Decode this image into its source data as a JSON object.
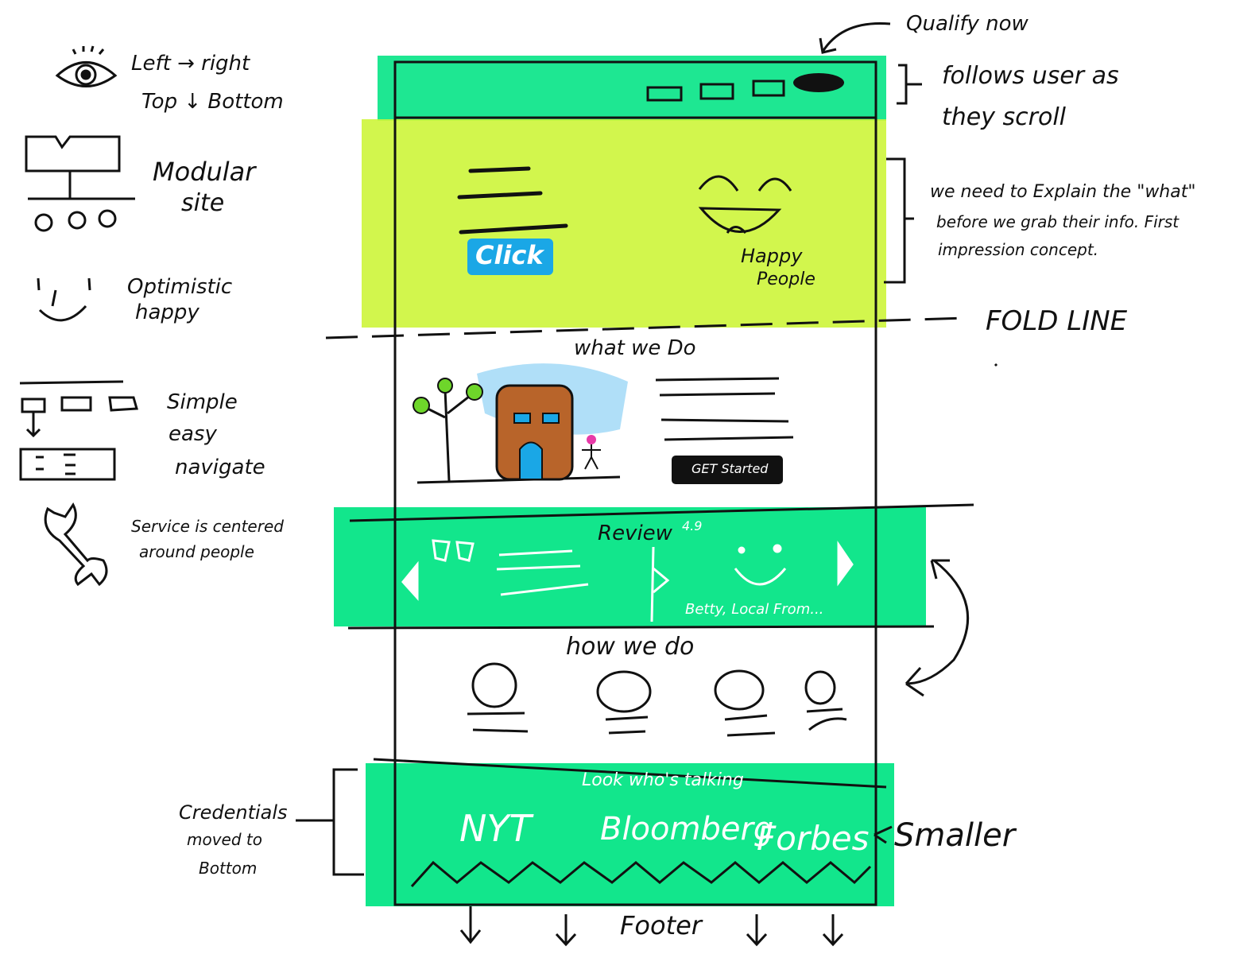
{
  "colors": {
    "green": "#12e68c",
    "lime": "#cdf53a",
    "blue": "#1aa7e6",
    "brown": "#b8642a",
    "black": "#111111"
  },
  "legend": [
    {
      "icon": "eye-icon",
      "text_line1": "Left → right",
      "text_line2": "Top ↓ Bottom"
    },
    {
      "icon": "modular-site-icon",
      "text_line1": "Modular",
      "text_line2": "site"
    },
    {
      "icon": "smiley-icon",
      "text_line1": "Optimistic",
      "text_line2": "happy"
    },
    {
      "icon": "navigation-icon",
      "text_line1": "Simple",
      "text_line2": "easy",
      "text_line3": "navigate"
    },
    {
      "icon": "wrench-icon",
      "text_line1": "Service is centered",
      "text_line2": "around people"
    }
  ],
  "annotations": {
    "qualify": "Qualify now",
    "follows_line1": "follows user as",
    "follows_line2": "they scroll",
    "explain_line1": "we need to Explain the \"what\"",
    "explain_line2": "before we grab their info. First",
    "explain_line3": "impression concept.",
    "fold_line": "FOLD LINE",
    "credentials_line1": "Credentials",
    "credentials_line2": "moved to",
    "credentials_line3": "Bottom",
    "smaller": "Smaller",
    "footer": "Footer"
  },
  "wireframe": {
    "hero": {
      "button": "Click",
      "caption_line1": "Happy",
      "caption_line2": "People"
    },
    "what_we_do": {
      "title": "what we Do",
      "button": "GET Started"
    },
    "review": {
      "title": "Review",
      "rating": "4.9",
      "attribution": "Betty, Local From..."
    },
    "how_we_do": {
      "title": "how we do"
    },
    "press": {
      "title": "Look who's talking",
      "logos": [
        "NYT",
        "Bloomberg",
        "Forbes"
      ]
    }
  }
}
